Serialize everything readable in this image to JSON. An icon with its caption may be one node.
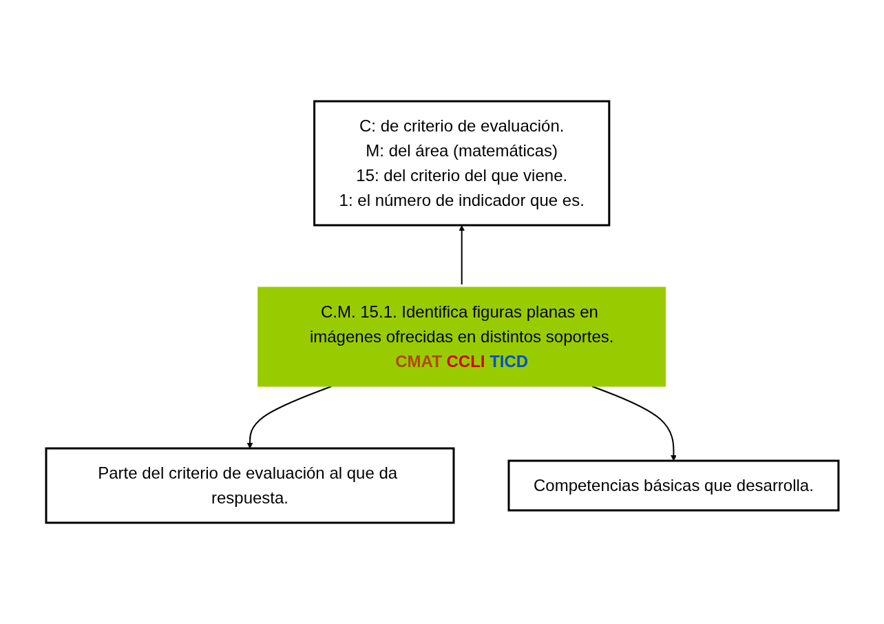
{
  "diagram": {
    "nodes": [
      {
        "text": [
          "C: de criterio de evaluación.",
          "M: del área (matemáticas)",
          "15: del criterio del que viene.",
          "1: el número de indicador que es."
        ]
      },
      {
        "text": [
          "C.M. 15.1.",
          "Identifica figuras planas en imágenes ofrecidas en distintos soportes.",
          "CMAT",
          "CCLI",
          "TICD"
        ]
      },
      {
        "text": [
          "Parte del criterio de evaluación al que da respuesta."
        ]
      },
      {
        "text": [
          "Competencias básicas que desarrolla."
        ]
      }
    ],
    "edges": [
      {
        "from": 1,
        "to": 0,
        "arrow": "to"
      },
      {
        "from": 1,
        "to": 2,
        "arrow": "to"
      },
      {
        "from": 1,
        "to": 3,
        "arrow": "to"
      }
    ]
  }
}
